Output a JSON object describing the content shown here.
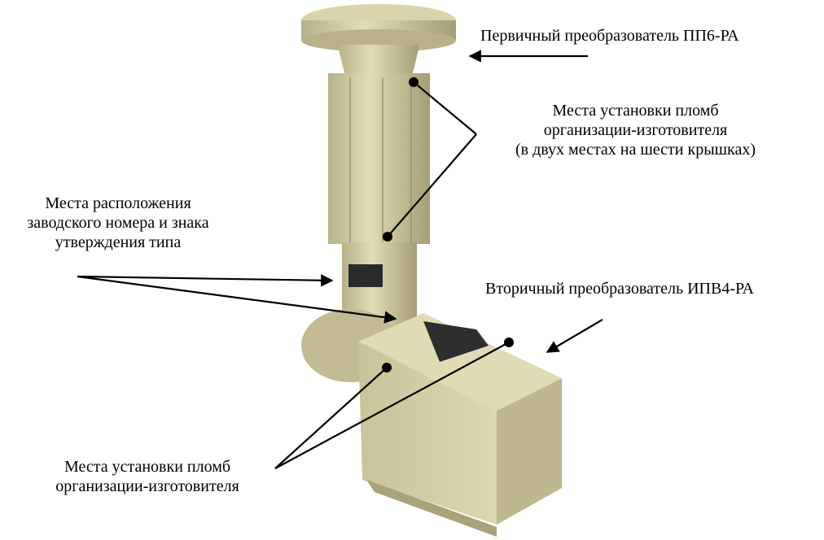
{
  "labels": {
    "primary": "Первичный преобразователь ПП6-РА",
    "top_seals": [
      "Места установки пломб",
      "организации-изготовителя",
      "(в двух местах на шести крышках)"
    ],
    "serial": [
      "Места расположения",
      "заводского номера и знака",
      "утверждения типа"
    ],
    "secondary": "Вторичный преобразователь ИПВ4-РА",
    "bottom_seals": [
      "Места установки пломб",
      "организации-изготовителя"
    ]
  },
  "colors": {
    "device_body": "#d8d3a8",
    "device_shadow": "#a9a27a",
    "plate": "#2e2e2e"
  }
}
